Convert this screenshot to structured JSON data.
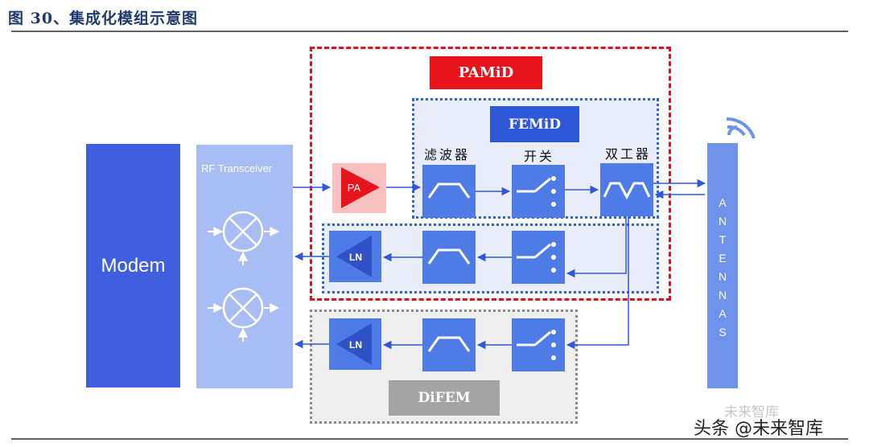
{
  "title": "图 30、集成化模组示意图",
  "blocks": {
    "modem": "Modem",
    "rf_transceiver": "RF Transceiver",
    "pamid": "PAMiD",
    "femid": "FEMiD",
    "difem": "DiFEM",
    "pa": "PA",
    "ln": "LN"
  },
  "stage_labels": {
    "filter": "滤波器",
    "switch": "开关",
    "duplexer": "双工器"
  },
  "antenna_letters": [
    "A",
    "N",
    "T",
    "E",
    "N",
    "N",
    "A",
    "S"
  ],
  "watermark": {
    "line1": "未来智库",
    "line2": "头条 @未来智库"
  },
  "colors": {
    "pamid_border": "#e30f1b",
    "femid_border": "#3566c8",
    "block_blue": "#4f7be6",
    "modem": "#3f5fe0",
    "pa": "#e8141c"
  }
}
